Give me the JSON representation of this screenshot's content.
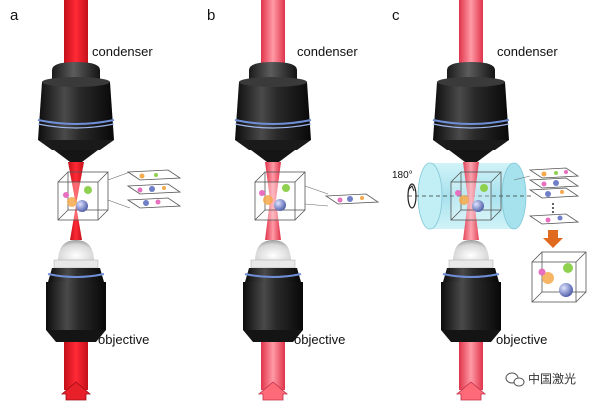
{
  "panels": [
    {
      "letter": "a",
      "top_label": "condenser",
      "bottom_label": "objective"
    },
    {
      "letter": "b",
      "top_label": "condenser",
      "bottom_label": "objective"
    },
    {
      "letter": "c",
      "top_label": "condenser",
      "bottom_label": "objective"
    }
  ],
  "rotation_label": "180°",
  "watermark": {
    "text": "中国激光",
    "icon": "wechat-icon"
  },
  "colors": {
    "beam": "#e8202a",
    "beam_light": "#ff6a78",
    "arrow_orange": "#e06a1e",
    "cylinder": "#aee8f2",
    "lens_dark": "#1f1f1f",
    "ring_blue": "#6f8fd8"
  }
}
